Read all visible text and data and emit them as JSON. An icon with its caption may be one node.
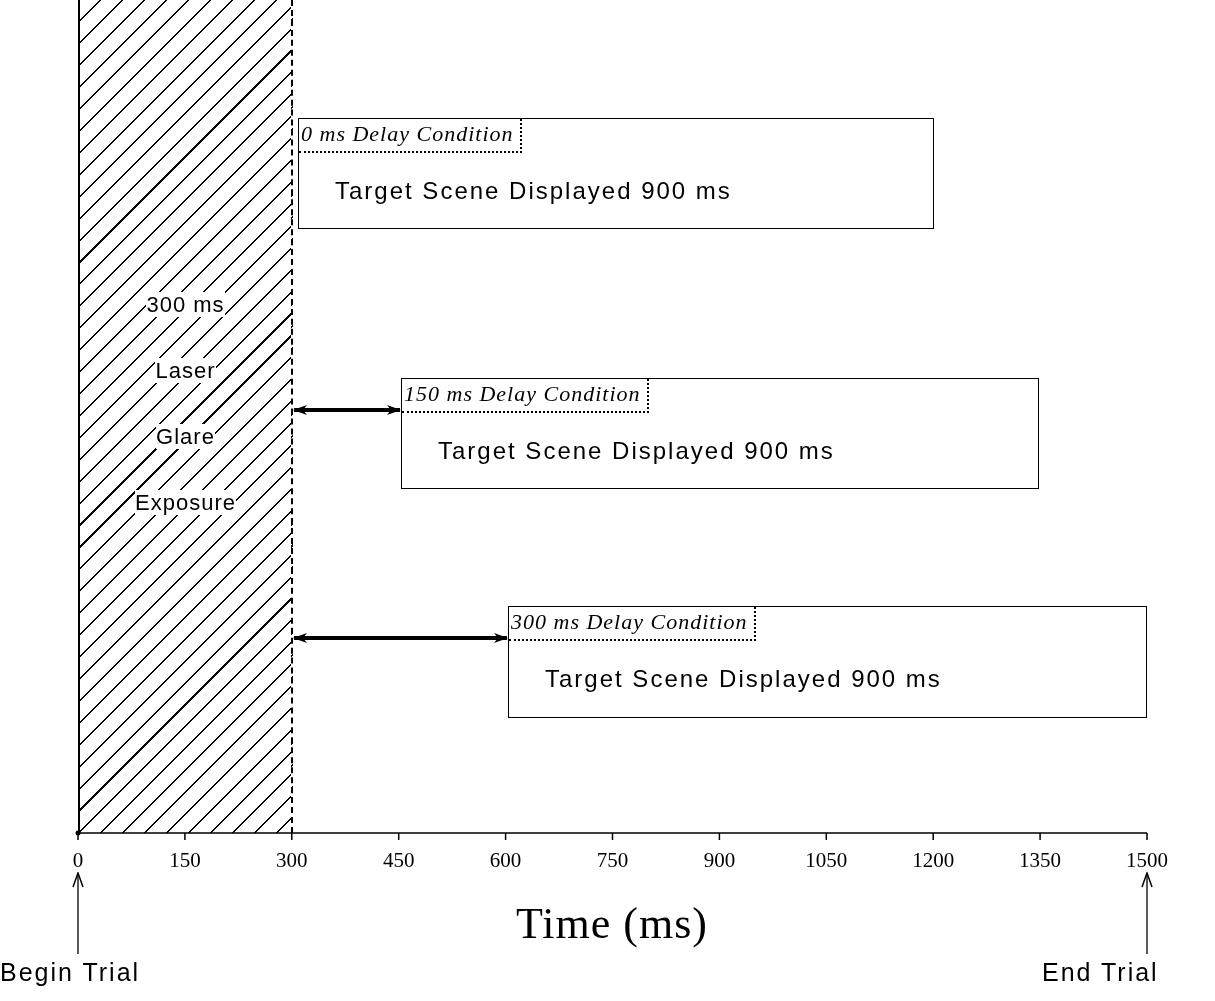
{
  "diagram": {
    "nodes": [
      {
        "text": [
          "300 ms Laser Glare Exposure"
        ]
      },
      {
        "text": [
          "0 ms Delay Condition",
          "Target Scene Displayed 900 ms"
        ]
      },
      {
        "text": [
          "150 ms Delay Condition",
          "Target Scene Displayed 900 ms"
        ]
      },
      {
        "text": [
          "300 ms Delay Condition",
          "Target Scene Displayed 900 ms"
        ]
      },
      {
        "text": [
          "Begin Trial"
        ]
      },
      {
        "text": [
          "End Trial"
        ]
      },
      {
        "text": [
          "0"
        ]
      },
      {
        "text": [
          "1500"
        ]
      }
    ],
    "edges": [
      {
        "from": 0,
        "to": 2,
        "arrow": "both",
        "style": "thick"
      },
      {
        "from": 0,
        "to": 3,
        "arrow": "both",
        "style": "thick"
      },
      {
        "from": 4,
        "to": 6,
        "arrow": "to"
      },
      {
        "from": 5,
        "to": 7,
        "arrow": "to"
      }
    ],
    "labels": [
      "150",
      "300",
      "450",
      "600",
      "750",
      "900",
      "1050",
      "1200",
      "1350",
      "Time (ms)"
    ]
  }
}
